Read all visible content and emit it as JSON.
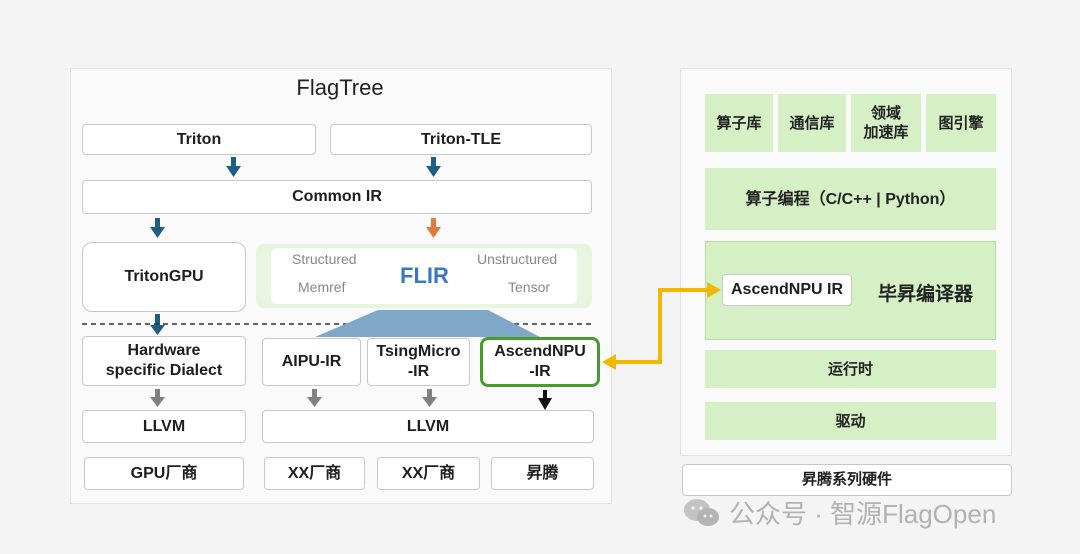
{
  "flagtree": {
    "title": "FlagTree",
    "triton": "Triton",
    "triton_tle": "Triton-TLE",
    "common_ir": "Common IR",
    "tritongpu": "TritonGPU",
    "flir": {
      "title": "FLIR",
      "structured": "Structured",
      "unstructured": "Unstructured",
      "memref": "Memref",
      "tensor": "Tensor"
    },
    "hw_dialect": [
      "Hardware",
      "specific Dialect"
    ],
    "aipu_ir": "AIPU-IR",
    "tsingmicro_ir": [
      "TsingMicro",
      "-IR"
    ],
    "ascendnpu_ir": [
      "AscendNPU",
      "-IR"
    ],
    "llvm_left": "LLVM",
    "llvm_right": "LLVM",
    "vendors": [
      "GPU厂商",
      "XX厂商",
      "XX厂商",
      "昇腾"
    ]
  },
  "ascend": {
    "libs": [
      "算子库",
      "通信库",
      "领域\n加速库",
      "图引擎"
    ],
    "programming": "算子编程（C/C++ | Python）",
    "npu_ir": "AscendNPU IR",
    "compiler": "毕昇编译器",
    "runtime": "运行时",
    "driver": "驱动",
    "hardware": "昇腾系列硬件"
  },
  "watermark": "公众号 · 智源FlagOpen",
  "colors": {
    "arrow_blue": "#1f5d85",
    "arrow_orange": "#e07a3d",
    "arrow_gray": "#808080",
    "arrow_black": "#111111",
    "green_fill": "#d6f0c6",
    "green_border": "#4a9a2f",
    "connector_yellow": "#f2b705",
    "flir_blue": "#3a78c2"
  }
}
